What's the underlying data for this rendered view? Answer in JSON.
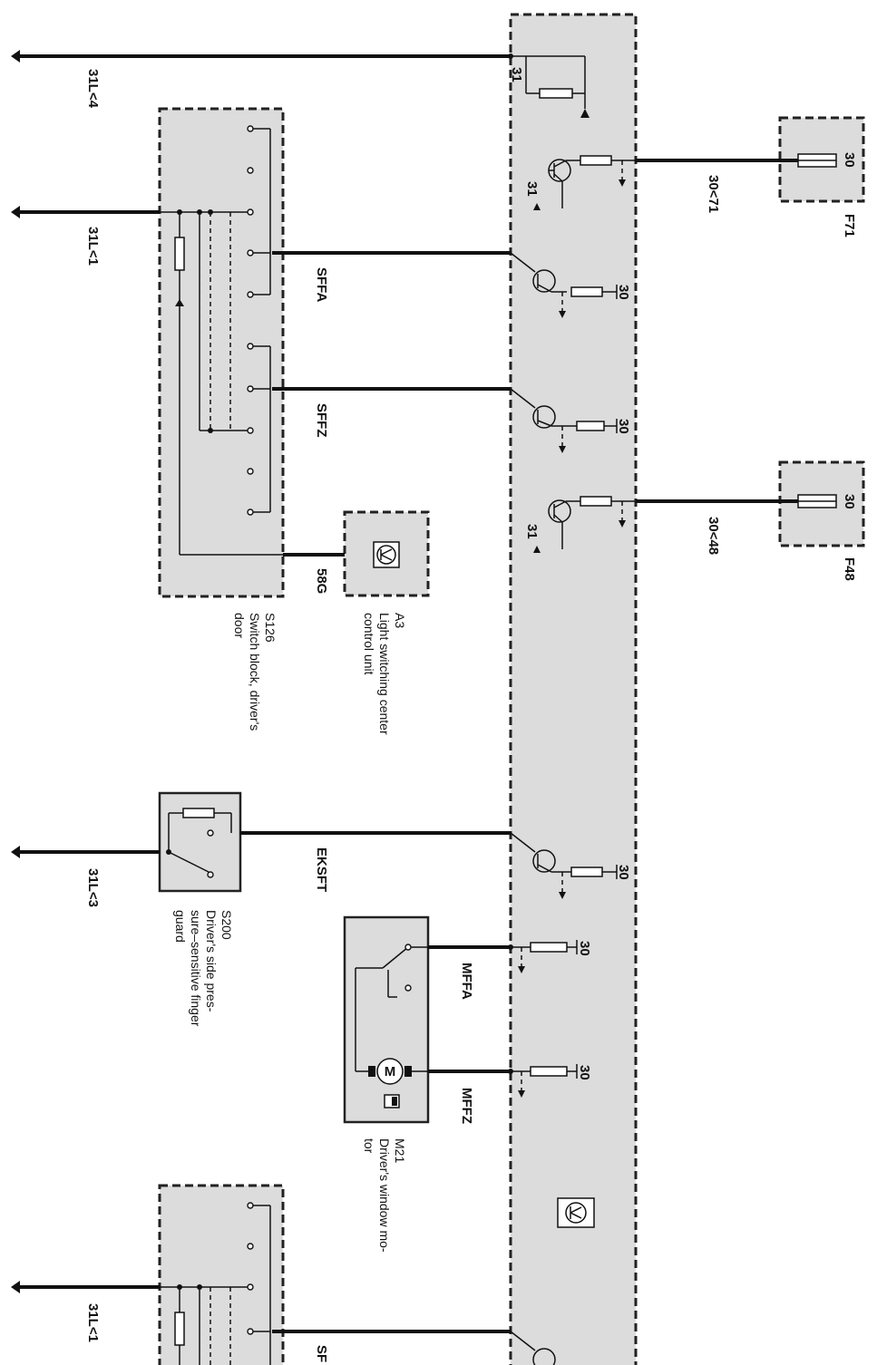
{
  "wires": {
    "g1": "31L<4",
    "g2": "31L<1",
    "g3": "31L<3",
    "g4": "31L<1",
    "sffa": "SFFA",
    "sffz": "SFFZ",
    "g58": "58G",
    "eksft": "EKSFT",
    "mffa": "MFFA",
    "mffz": "MFFZ",
    "f71wire": "30<71",
    "f48wire": "30<48",
    "sfcut": "SF"
  },
  "terminals": {
    "t31": "31",
    "t30": "30"
  },
  "components": {
    "f71": {
      "id": "F71"
    },
    "f48": {
      "id": "F48"
    },
    "a3": {
      "id": "A3",
      "desc": [
        "Light switching center",
        "control unit"
      ]
    },
    "s126": {
      "id": "S126",
      "desc": [
        "Switch block, driver's",
        "door"
      ]
    },
    "s200": {
      "id": "S200",
      "desc": [
        "Driver's side pres-",
        "sure–sensitive finger",
        "guard"
      ]
    },
    "m21": {
      "id": "M21",
      "desc": [
        "Driver's window mo-",
        "tor"
      ],
      "motor_letter": "M"
    }
  },
  "colors": {
    "module_fill": "#dcdcdc",
    "line": "#111111"
  }
}
